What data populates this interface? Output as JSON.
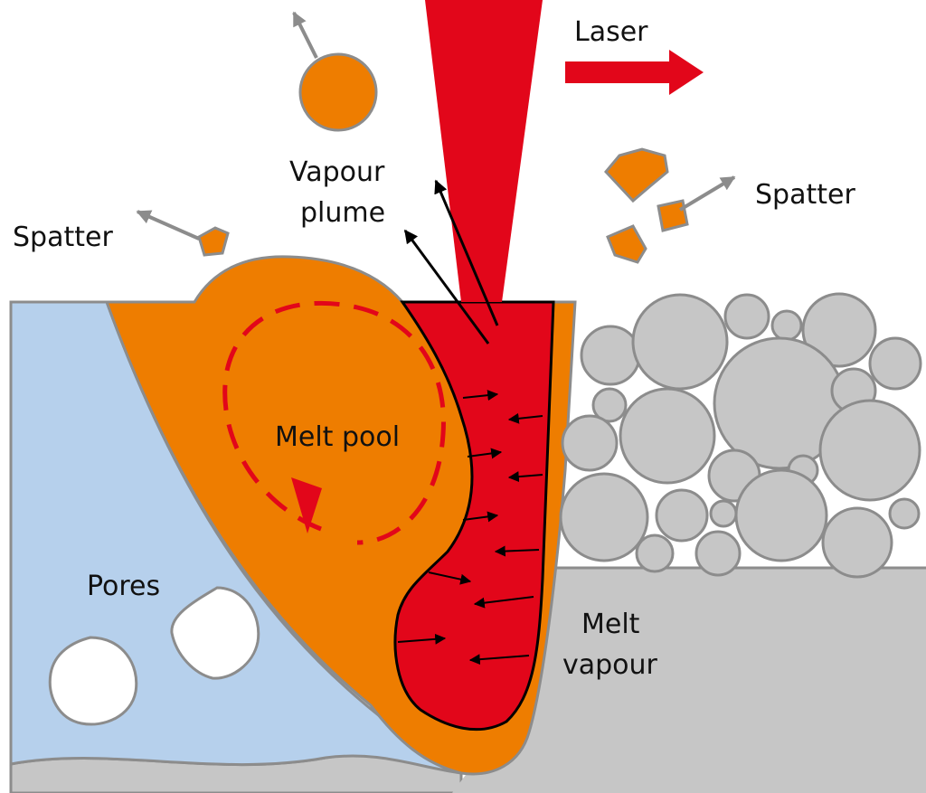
{
  "labels": {
    "laser": "Laser",
    "vapour_plume_1": "Vapour",
    "vapour_plume_2": "plume",
    "spatter_left": "Spatter",
    "spatter_right": "Spatter",
    "melt_pool": "Melt pool",
    "pores": "Pores",
    "melt_vapour_1": "Melt",
    "melt_vapour_2": "vapour"
  },
  "colors": {
    "solidified": "#b6d0ec",
    "melt": "#ee7d00",
    "laser": "#e2061a",
    "powder": "#c6c6c6",
    "substrate": "#c6c6c6",
    "outline": "#8c8c8c",
    "arrow_grey": "#8c8c8c",
    "flow": "#e2061a"
  }
}
